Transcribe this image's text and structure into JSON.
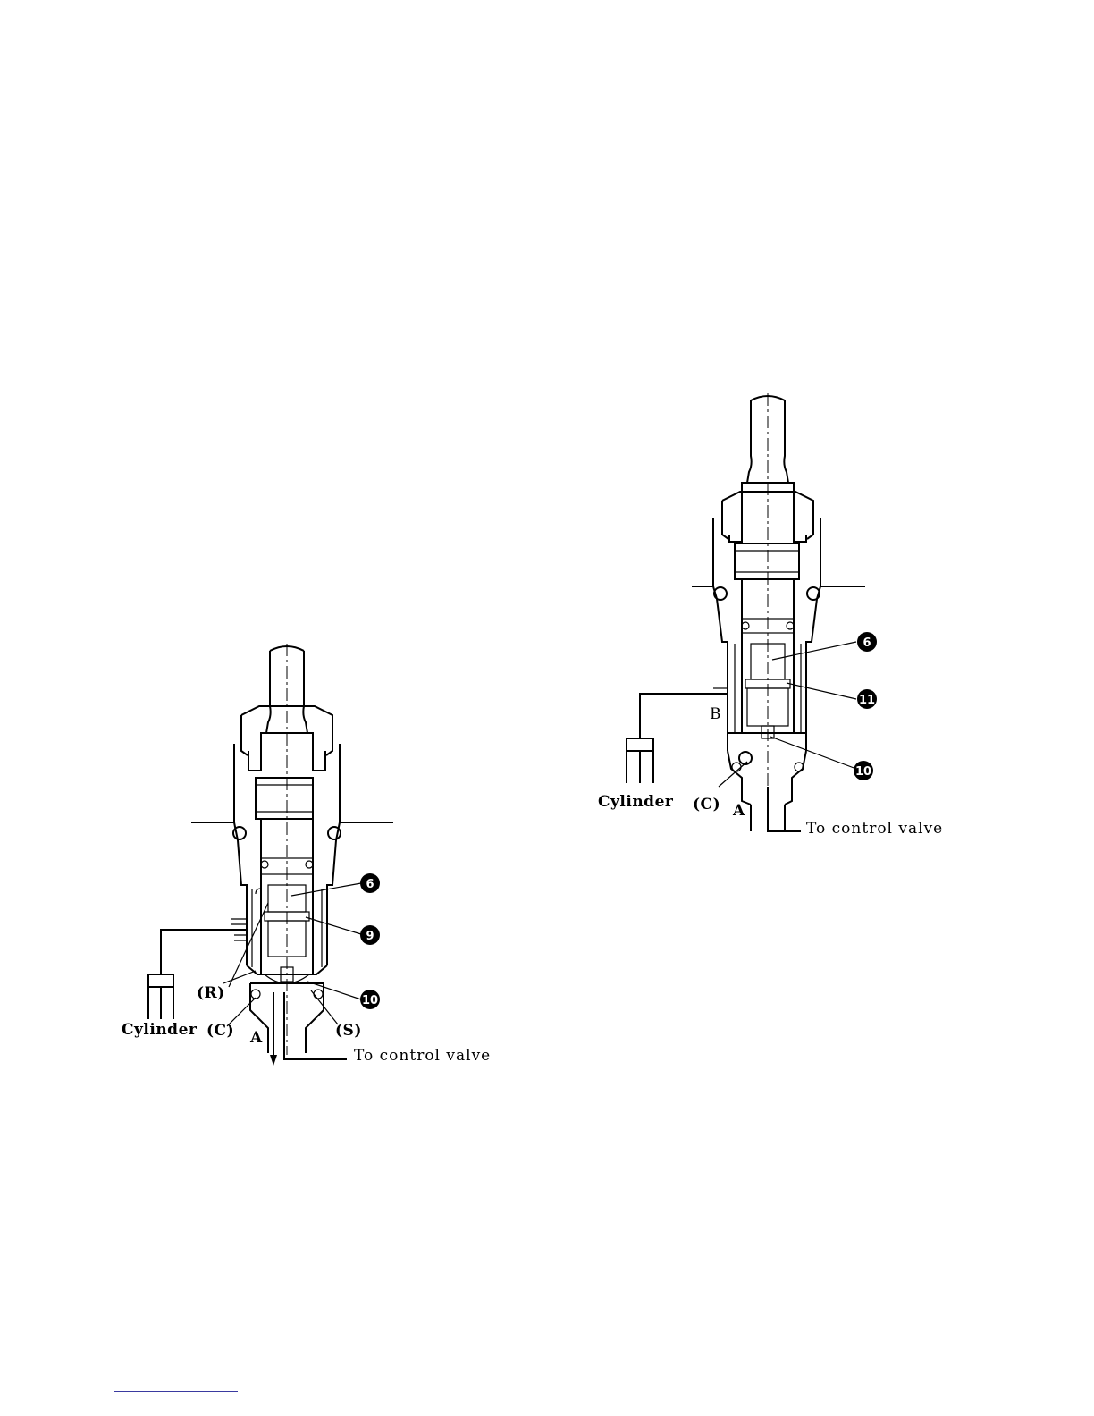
{
  "figures": [
    {
      "id": "left",
      "callouts": [
        "6",
        "9",
        "10"
      ],
      "labels": {
        "cylinder": "Cylinder",
        "c": "(C)",
        "r": "(R)",
        "s": "(S)",
        "a": "A",
        "to_control_valve": "To control valve"
      }
    },
    {
      "id": "right",
      "callouts": [
        "6",
        "11",
        "10"
      ],
      "labels": {
        "cylinder": "Cylinder",
        "c": "(C)",
        "a": "A",
        "b": "B",
        "to_control_valve": "To control valve"
      }
    }
  ]
}
